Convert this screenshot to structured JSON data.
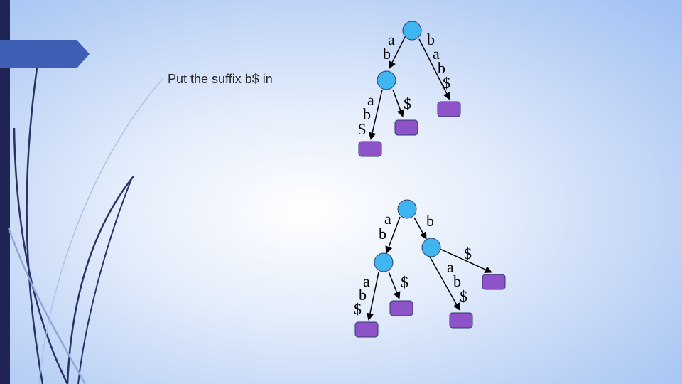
{
  "slide": {
    "caption": "Put the suffix b$ in"
  },
  "colors": {
    "internal_node": "#3fb6f2",
    "leaf_node": "#8e52c9",
    "node_stroke": "#2e3b66",
    "edge": "#000000",
    "left_bar": "#1f2454",
    "accent": "#3f5fb5"
  },
  "trees": {
    "before": {
      "edges": {
        "root_left": [
          "a",
          "b"
        ],
        "root_right": [
          "b",
          "a",
          "b",
          "$"
        ],
        "left_left": [
          "a",
          "b",
          "$"
        ],
        "left_right": [
          "$"
        ]
      }
    },
    "after": {
      "edges": {
        "root_left": [
          "a",
          "b"
        ],
        "root_right": [
          "b"
        ],
        "left_left": [
          "a",
          "b",
          "$"
        ],
        "left_right": [
          "$"
        ],
        "right_left": [
          "a",
          "b",
          "$"
        ],
        "right_right": [
          "$"
        ]
      }
    }
  }
}
